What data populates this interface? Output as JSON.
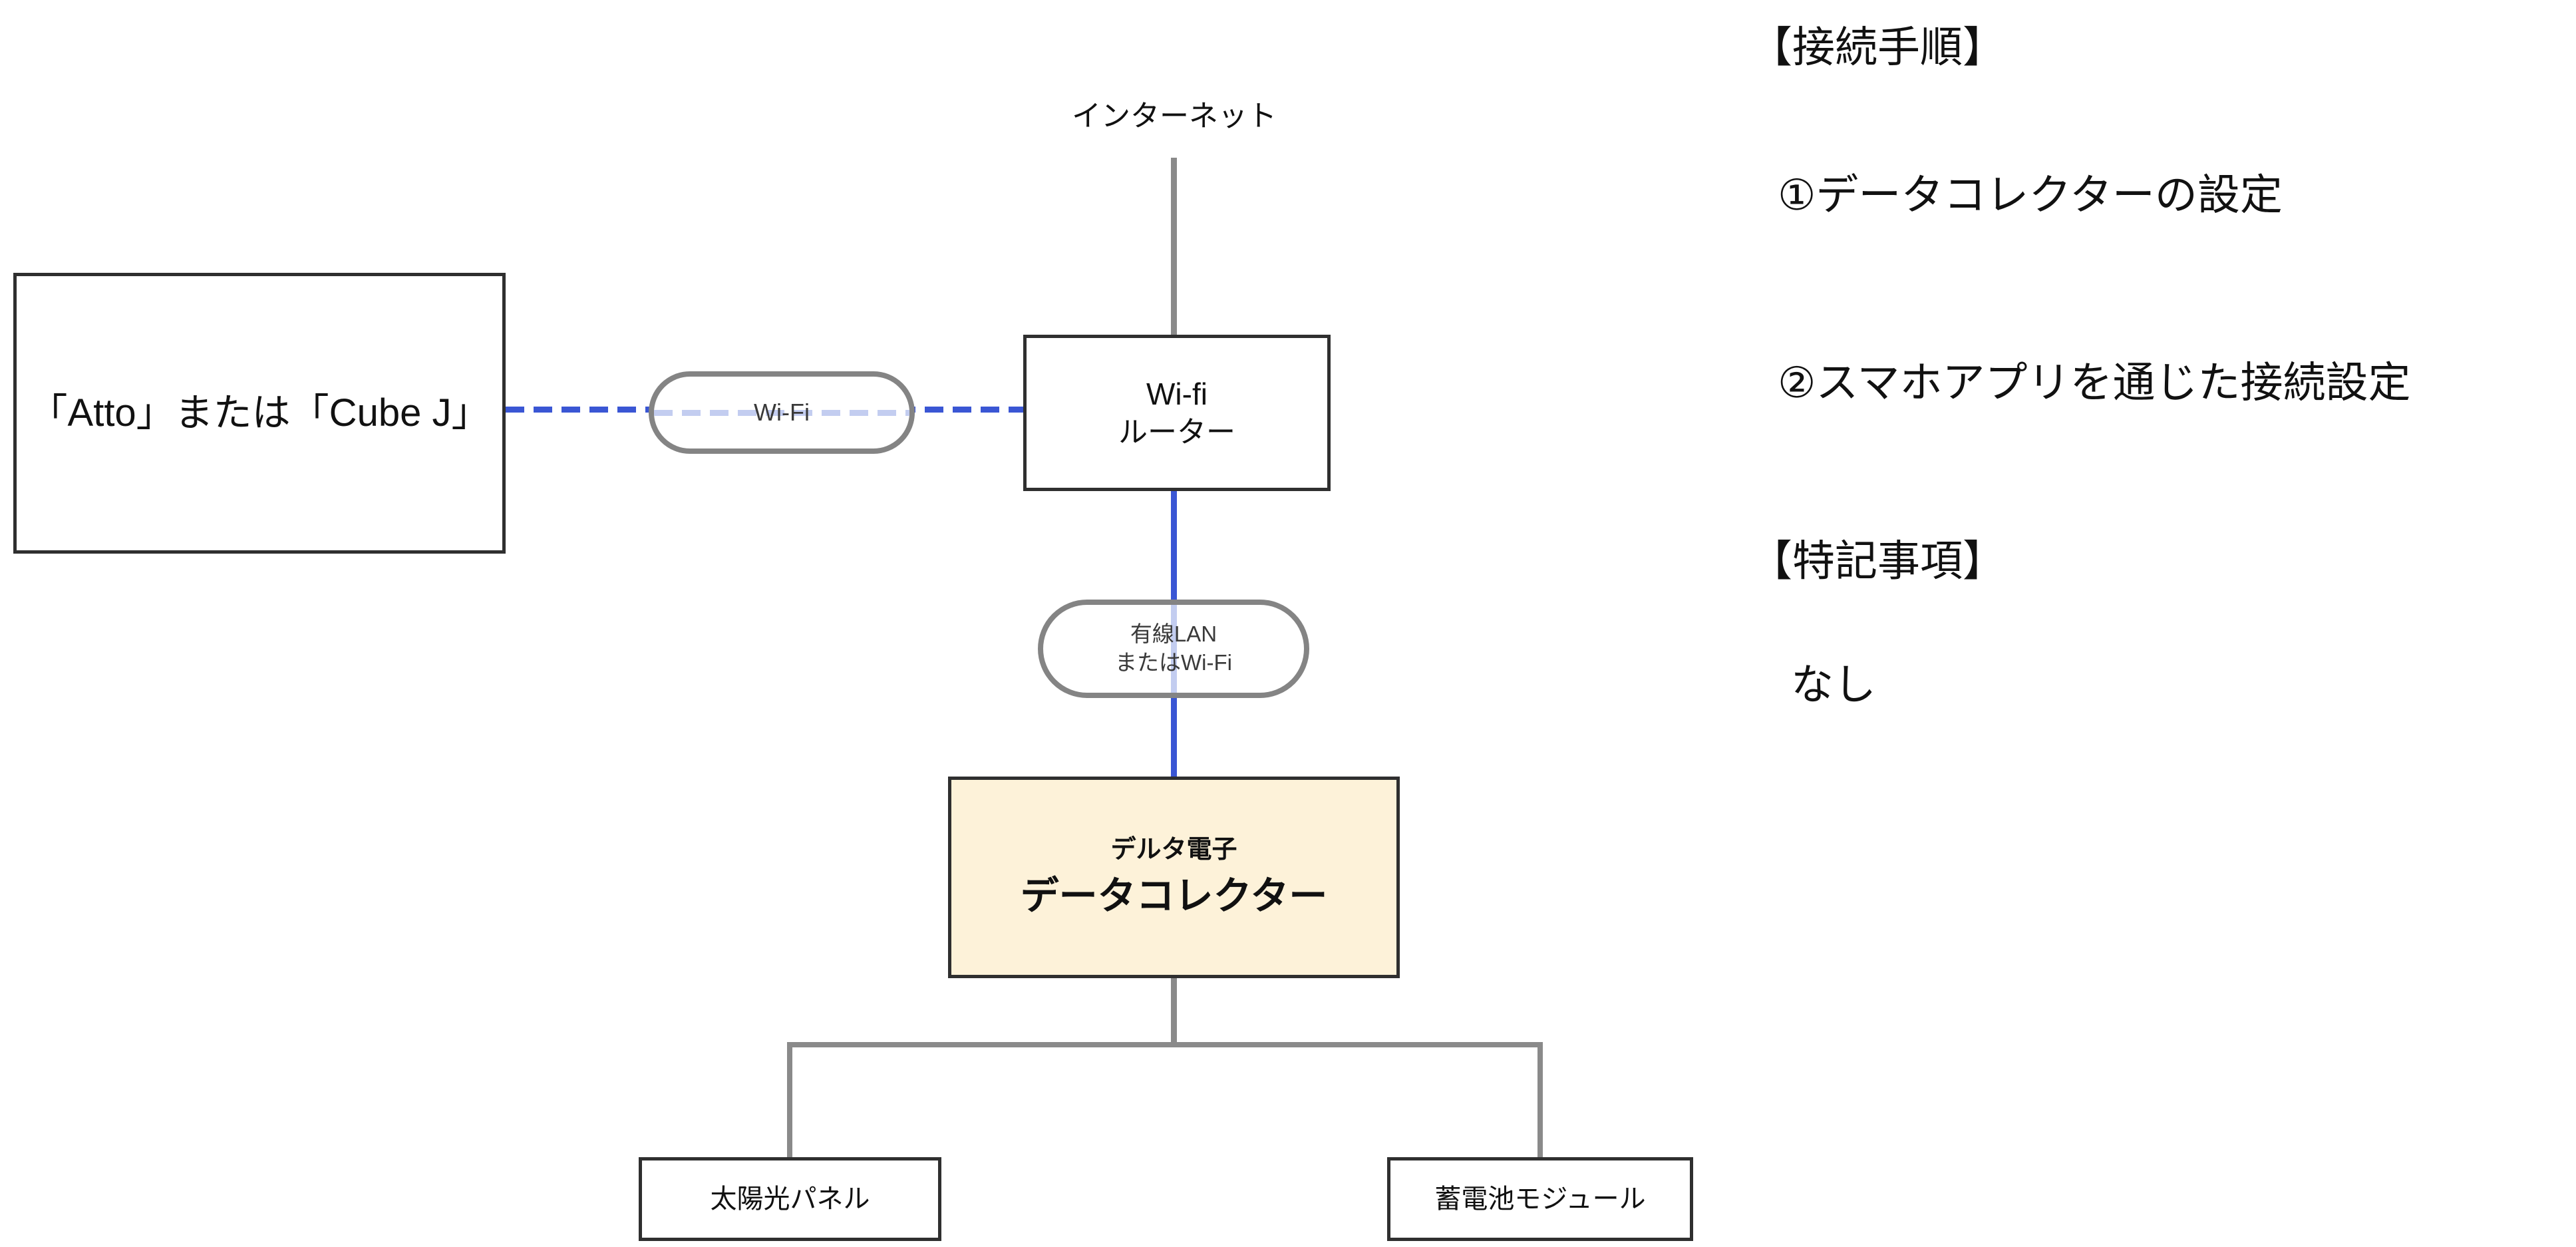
{
  "colors": {
    "line_gray": "#8a8a8a",
    "border_dark": "#2f2f2f",
    "pill_border": "#848484",
    "blue": "#3a56d4",
    "blue_light": "#c3cdf0",
    "collector_fill": "#fdf2d9",
    "text": "#111111"
  },
  "diagram": {
    "internet_label": "インターネット",
    "left_device": {
      "label": "「Atto」または「Cube J」"
    },
    "router": {
      "line1": "Wi-fi",
      "line2": "ルーター"
    },
    "wifi_link": {
      "label": "Wi-Fi"
    },
    "lan_link": {
      "line1": "有線LAN",
      "line2": "またはWi-Fi"
    },
    "collector": {
      "brand": "デルタ電子",
      "name": "データコレクター"
    },
    "solar": {
      "label": "太陽光パネル"
    },
    "battery": {
      "label": "蓄電池モジュール"
    }
  },
  "notes": {
    "procedure_heading": "【接続手順】",
    "steps": [
      "①データコレクターの設定",
      "②スマホアプリを通じた接続設定"
    ],
    "special_heading": "【特記事項】",
    "special_note": "なし"
  }
}
